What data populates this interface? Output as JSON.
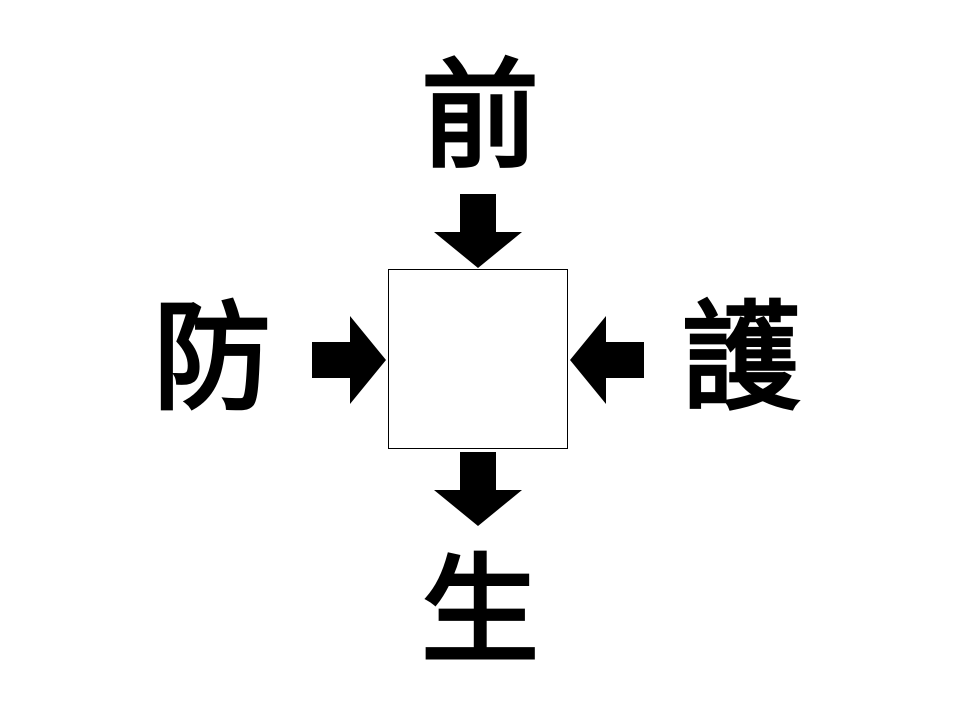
{
  "puzzle": {
    "top_char": "前",
    "left_char": "防",
    "right_char": "護",
    "bottom_char": "生",
    "answer": ""
  },
  "colors": {
    "foreground": "#000000",
    "background": "#ffffff"
  }
}
